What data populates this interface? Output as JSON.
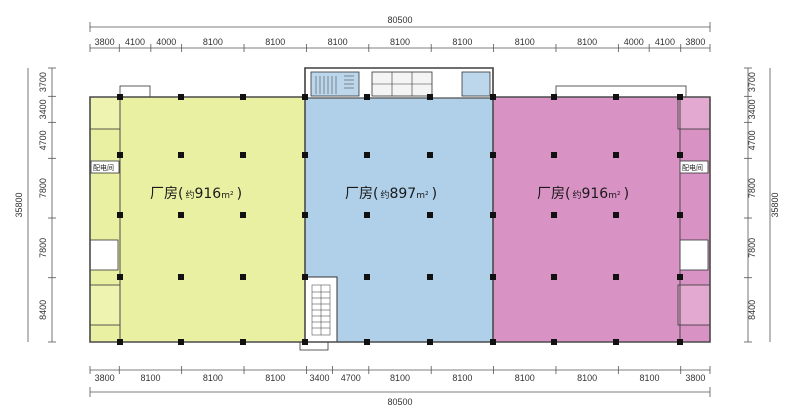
{
  "dimensions": {
    "total_width": "80500",
    "total_height": "35800",
    "top_segments": [
      "3800",
      "4100",
      "4000",
      "8100",
      "8100",
      "8100",
      "8100",
      "8100",
      "8100",
      "8100",
      "4000",
      "4100",
      "3800"
    ],
    "bottom_segments": [
      "3800",
      "8100",
      "8100",
      "8100",
      "3400",
      "4700",
      "8100",
      "8100",
      "8100",
      "8100",
      "8100",
      "3800"
    ],
    "left_segments": [
      "3700",
      "3400",
      "4700",
      "7800",
      "7800",
      "8400"
    ],
    "right_segments": [
      "3700",
      "3400",
      "4700",
      "7800",
      "7800",
      "8400"
    ]
  },
  "rooms": {
    "left": {
      "name": "厂房(",
      "approx": "约",
      "area": "916",
      "unit": "m²",
      "close": ")",
      "color": "#eaf0a2"
    },
    "middle": {
      "name": "厂房(",
      "approx": "约",
      "area": "897",
      "unit": "m²",
      "close": ")",
      "color": "#afd0e8"
    },
    "right": {
      "name": "厂房(",
      "approx": "约",
      "area": "916",
      "unit": "m²",
      "close": ")",
      "color": "#d893c4"
    }
  },
  "labels": {
    "distribution_left": "配电间",
    "distribution_right": "配电间"
  }
}
